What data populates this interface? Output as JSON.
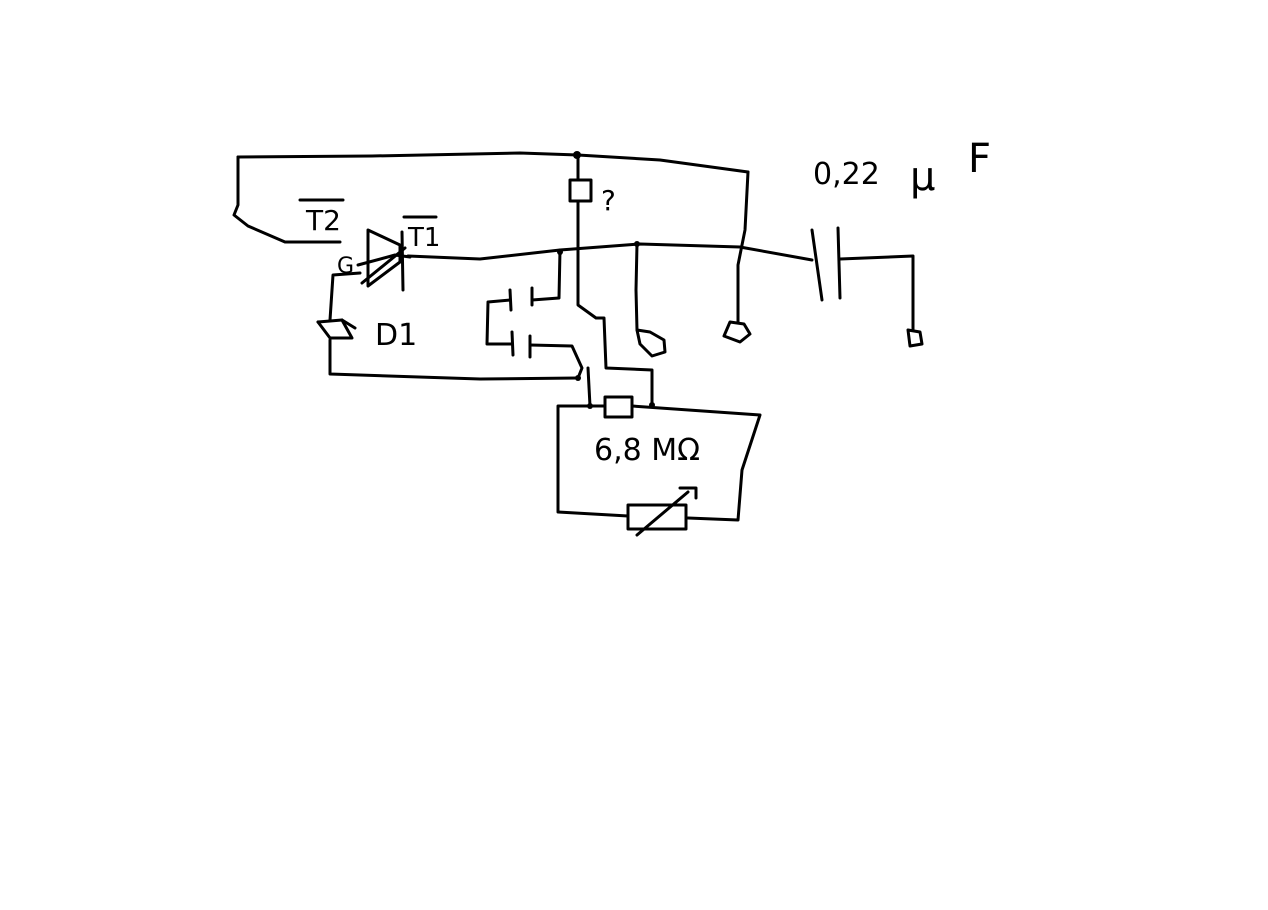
{
  "schematic": {
    "background": "#ffffff",
    "ink": "#000000",
    "labels": {
      "capacitor": "0,22",
      "capacitor_mu": "µ",
      "capacitor_unit": "F",
      "transistor_2": "T2",
      "transistor_1": "T1",
      "gate": "G",
      "diode": "D1",
      "resistor_top": "?",
      "resistor_bottom": "6,8 MΩ"
    },
    "icons": {
      "thyristor": "thyristor-icon",
      "zener_diode": "zener-diode-icon",
      "capacitor": "capacitor-icon",
      "resistor": "resistor-icon",
      "potentiometer": "variable-resistor-icon",
      "switch": "switch-contact-icon",
      "terminal": "terminal-icon"
    }
  }
}
